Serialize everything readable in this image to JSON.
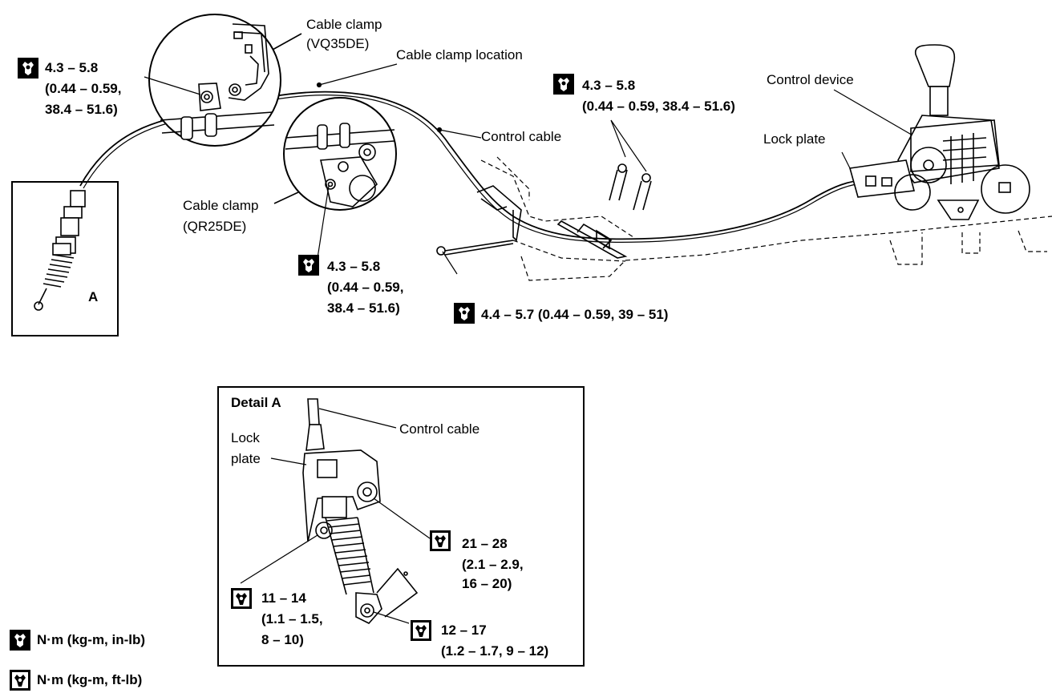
{
  "labels": {
    "cable_clamp_vq": "Cable clamp",
    "cable_clamp_vq_engine": "(VQ35DE)",
    "cable_clamp_location": "Cable clamp location",
    "control_cable": "Control cable",
    "control_device": "Control device",
    "lock_plate": "Lock plate",
    "cable_clamp_qr": "Cable clamp",
    "cable_clamp_qr_engine": "(QR25DE)",
    "box_a": "A",
    "detail_title": "Detail A",
    "detail_control_cable": "Control cable",
    "detail_lock": "Lock",
    "detail_plate": "plate"
  },
  "torque": {
    "t1": {
      "l1": "4.3 – 5.8",
      "l2": "(0.44 – 0.59,",
      "l3": "38.4 – 51.6)"
    },
    "t2": {
      "l1": "4.3 – 5.8",
      "l2": "(0.44 – 0.59, 38.4 – 51.6)"
    },
    "t3": {
      "l1": "4.3 – 5.8",
      "l2": "(0.44 – 0.59,",
      "l3": "38.4 – 51.6)"
    },
    "t4": {
      "l1": "4.4 – 5.7 (0.44 – 0.59, 39 – 51)"
    },
    "d1": {
      "l1": "21 – 28",
      "l2": "(2.1 – 2.9,",
      "l3": "16 – 20)"
    },
    "d2": {
      "l1": "11 – 14",
      "l2": "(1.1 – 1.5,",
      "l3": "8 – 10)"
    },
    "d3": {
      "l1": "12 – 17",
      "l2": "(1.2 – 1.7, 9 – 12)"
    }
  },
  "legend": {
    "filled": "N·m (kg-m, in-lb)",
    "outline": "N·m (kg-m, ft-lb)"
  },
  "icons": {
    "filled": "torque-wrench-filled-icon",
    "outline": "torque-wrench-outline-icon"
  }
}
